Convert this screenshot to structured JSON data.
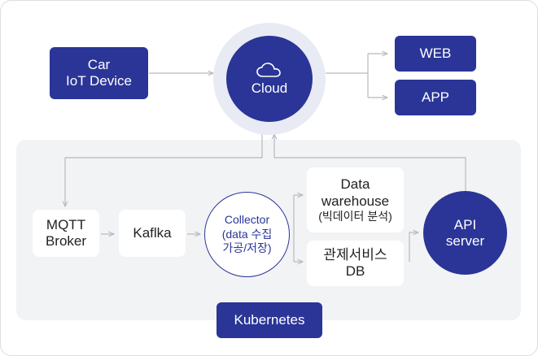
{
  "nodes": {
    "car_iot": {
      "line1": "Car",
      "line2": "IoT Device"
    },
    "cloud": {
      "label": "Cloud",
      "icon": "cloud-icon"
    },
    "web": {
      "label": "WEB"
    },
    "app": {
      "label": "APP"
    },
    "mqtt": {
      "line1": "MQTT",
      "line2": "Broker"
    },
    "kafka": {
      "label": "Kaflka"
    },
    "collector": {
      "line1": "Collector",
      "line2": "(data 수집",
      "line3": "가공/저장)"
    },
    "data_warehouse": {
      "line1": "Data",
      "line2": "warehouse",
      "line3": "(빅데이터 분석)"
    },
    "control_db": {
      "line1": "관제서비스",
      "line2": "DB"
    },
    "api_server": {
      "line1": "API",
      "line2": "server"
    },
    "kubernetes": {
      "label": "Kubernetes"
    }
  },
  "colors": {
    "navy": "#2a3597",
    "halo": "#e9ebf4",
    "area": "#f2f3f5",
    "connector": "#b7b9c2"
  }
}
